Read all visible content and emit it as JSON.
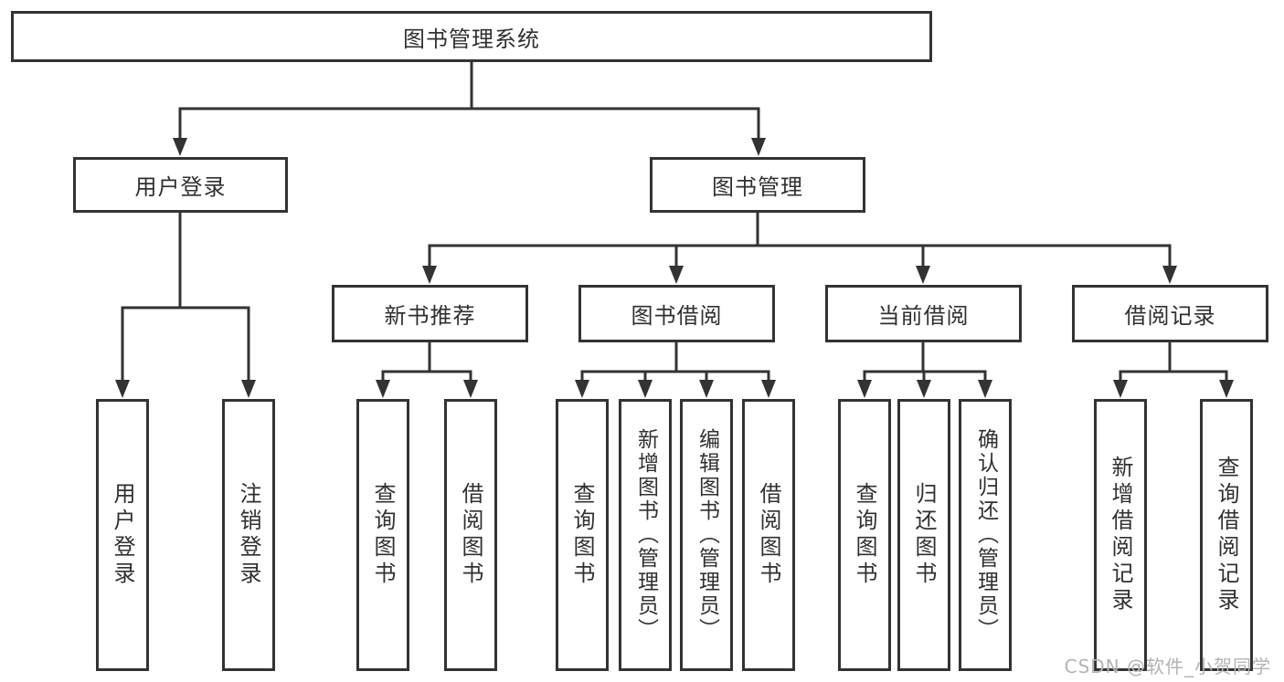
{
  "diagram": {
    "title": "图书管理系统",
    "branches": [
      {
        "label": "用户登录",
        "children": [
          {
            "label": "用户登录"
          },
          {
            "label": "注销登录"
          }
        ]
      },
      {
        "label": "图书管理",
        "sections": [
          {
            "label": "新书推荐",
            "children": [
              {
                "label": "查询图书"
              },
              {
                "label": "借阅图书"
              }
            ]
          },
          {
            "label": "图书借阅",
            "children": [
              {
                "label": "查询图书"
              },
              {
                "label": "新增图书（管理员）"
              },
              {
                "label": "编辑图书（管理员）"
              },
              {
                "label": "借阅图书"
              }
            ]
          },
          {
            "label": "当前借阅",
            "children": [
              {
                "label": "查询图书"
              },
              {
                "label": "归还图书"
              },
              {
                "label": "确认归还（管理员）"
              }
            ]
          },
          {
            "label": "借阅记录",
            "children": [
              {
                "label": "新增借阅记录"
              },
              {
                "label": "查询借阅记录"
              }
            ]
          }
        ]
      }
    ]
  },
  "watermark": {
    "text": "CSDN @软件_小贺同学"
  },
  "colors": {
    "line": "#333333",
    "box_border": "#333333",
    "box_fill": "#ffffff",
    "text": "#303030",
    "watermark": "#b3b3b3",
    "background": "#ffffff"
  }
}
